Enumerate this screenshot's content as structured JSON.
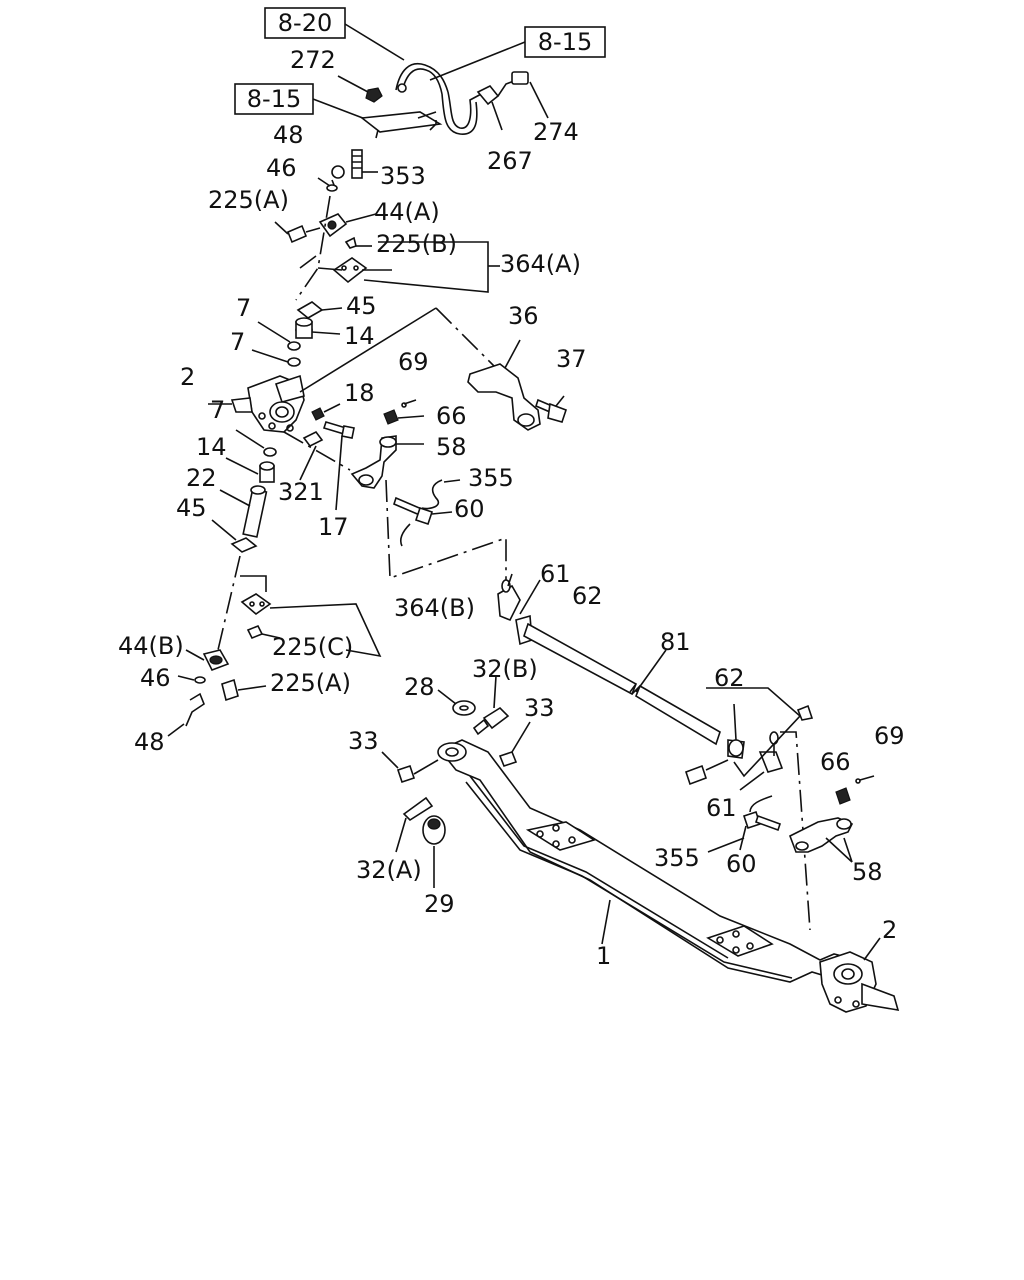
{
  "refs": {
    "r1": "8-20",
    "r2": "8-15",
    "r3": "8-15"
  },
  "labels": {
    "p272": "272",
    "p274": "274",
    "p267": "267",
    "p48a": "48",
    "p46a": "46",
    "p353": "353",
    "p225a1": "225(A)",
    "p44a": "44(A)",
    "p225b": "225(B)",
    "p364a": "364(A)",
    "p45a": "45",
    "p7a": "7",
    "p14a": "14",
    "p7b": "7",
    "p36": "36",
    "p37": "37",
    "p2a": "2",
    "p69a": "69",
    "p18": "18",
    "p66a": "66",
    "p58a": "58",
    "p7c": "7",
    "p14b": "14",
    "p355a": "355",
    "p22": "22",
    "p321": "321",
    "p17": "17",
    "p60a": "60",
    "p45b": "45",
    "p61a": "61",
    "p62a": "62",
    "p364b": "364(B)",
    "p225c": "225(C)",
    "p44b": "44(B)",
    "p81": "81",
    "p46b": "46",
    "p225a2": "225(A)",
    "p32b": "32(B)",
    "p28": "28",
    "p62b": "62",
    "p48b": "48",
    "p33a": "33",
    "p33b": "33",
    "p69b": "69",
    "p66b": "66",
    "p61b": "61",
    "p355b": "355",
    "p60b": "60",
    "p58b": "58",
    "p32a": "32(A)",
    "p29": "29",
    "p1": "1",
    "p2b": "2"
  }
}
